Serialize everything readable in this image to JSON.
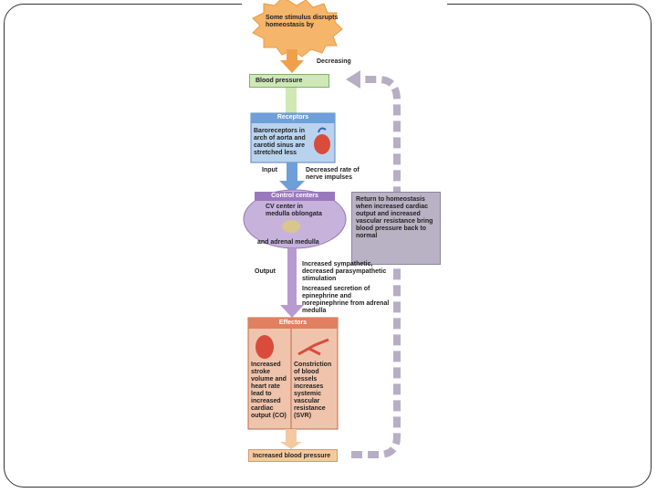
{
  "diagram": {
    "stimulus": "Some stimulus disrupts homeostasis by",
    "change": "Decreasing",
    "controlled_variable": "Blood pressure",
    "receptors": {
      "title": "Receptors",
      "text": "Baroreceptors in arch of aorta and carotid sinus are stretched less"
    },
    "input_label": "Input",
    "input_text": "Decreased rate of nerve impulses",
    "control_center": {
      "title": "Control centers",
      "text": "CV center in medulla oblongata",
      "text2": "and adrenal medulla"
    },
    "output_label": "Output",
    "output_text": "Increased sympathetic, decreased parasympathetic stimulation",
    "output_text2": "Increased secretion of epinephrine and norepinephrine from adrenal medulla",
    "return_text": "Return to homeostasis when increased cardiac output and increased vascular resistance bring blood pressure back to normal",
    "effectors": {
      "title": "Effectors",
      "left": "Increased stroke volume and heart rate lead to increased cardiac output (CO)",
      "right": "Constriction of blood vessels increases systemic vascular resistance (SVR)"
    },
    "result": "Increased blood pressure"
  },
  "colors": {
    "stimulus": "#f5b56b",
    "arrow_orange": "#f0a04a",
    "green": "#cfe8b5",
    "blue": "#6f9fd8",
    "blue_light": "#b9d3ef",
    "purple": "#b79ad0",
    "gray_box": "#b9b2c4",
    "dash": "#b7aec6",
    "effector": "#f0c4ac",
    "effector_header": "#e08060",
    "peach": "#f5c9a0"
  }
}
